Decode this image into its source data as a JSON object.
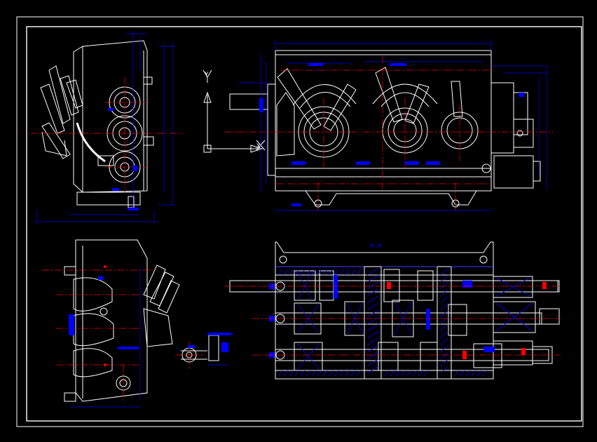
{
  "axis_labels": {
    "y": "Y",
    "x": "X"
  },
  "section_label": "A—A",
  "colors": {
    "background": "#000000",
    "outline": "#ffffff",
    "dimension": "#0000ff",
    "centerline": "#ff0000",
    "hatch": "#0000ff"
  }
}
